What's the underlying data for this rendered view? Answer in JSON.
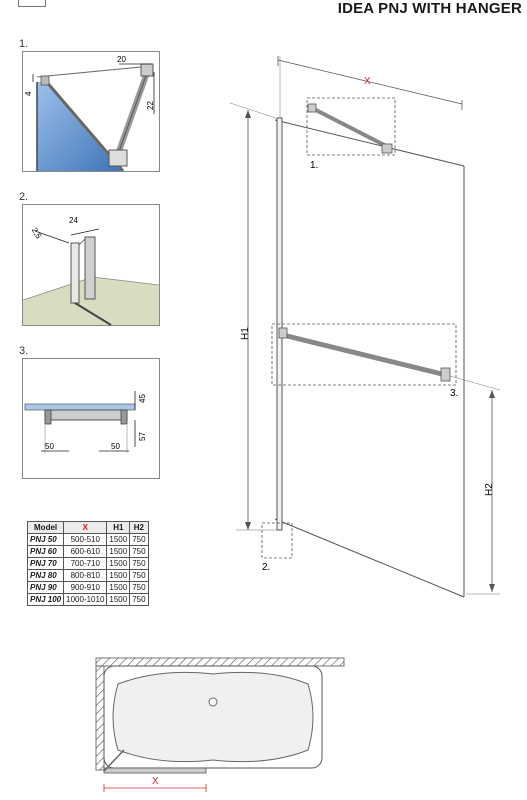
{
  "title": "IDEA PNJ WITH HANGER",
  "detail_labels": [
    "1.",
    "2.",
    "3."
  ],
  "detail1": {
    "dims": [
      "20",
      "4",
      "22"
    ]
  },
  "detail2": {
    "dims": [
      "2,5",
      "24"
    ]
  },
  "detail3": {
    "dims": [
      "45",
      "57",
      "50",
      "50"
    ]
  },
  "main_drawing": {
    "width_label": "X",
    "height_labels": [
      "H1",
      "H2"
    ],
    "callouts": [
      "1.",
      "2.",
      "3."
    ]
  },
  "plan_view": {
    "width_label": "X"
  },
  "spec_table": {
    "headers": [
      "Model",
      "X",
      "H1",
      "H2"
    ],
    "rows": [
      [
        "PNJ 50",
        "500-510",
        "1500",
        "750"
      ],
      [
        "PNJ 60",
        "600-610",
        "1500",
        "750"
      ],
      [
        "PNJ 70",
        "700-710",
        "1500",
        "750"
      ],
      [
        "PNJ 80",
        "800-810",
        "1500",
        "750"
      ],
      [
        "PNJ 90",
        "900-910",
        "1500",
        "750"
      ],
      [
        "PNJ 100",
        "1000-1010",
        "1500",
        "750"
      ]
    ]
  },
  "colors": {
    "dimension_red": "#d42a2a",
    "glass_blue": "#6f9fd6",
    "floor_olive": "#d9dcc0",
    "line_gray": "#555555"
  }
}
